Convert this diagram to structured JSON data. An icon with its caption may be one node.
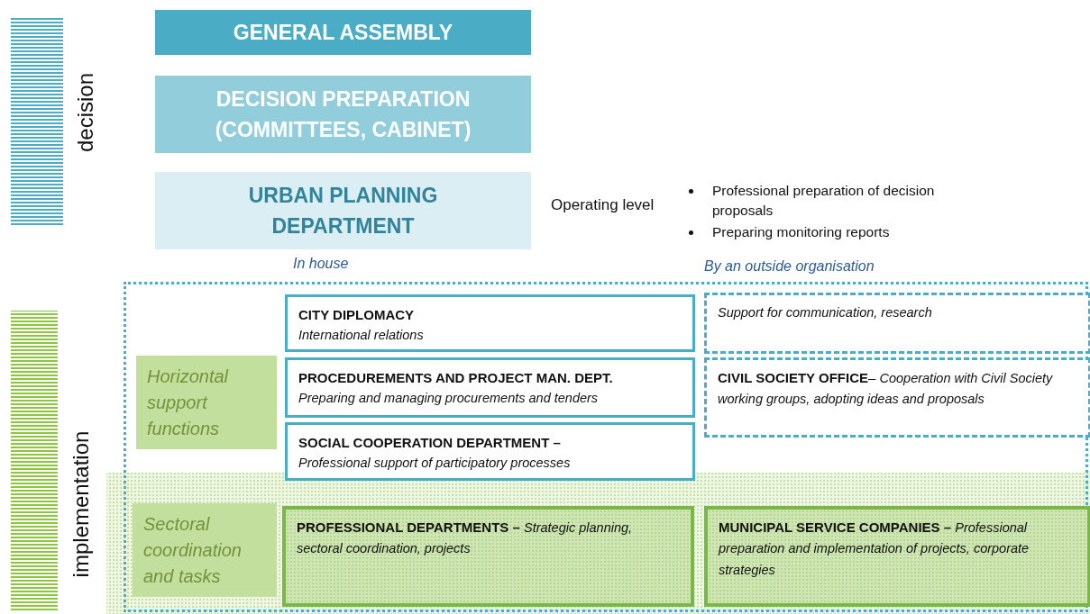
{
  "diagram": {
    "nodes": [
      {
        "text": [
          "GENERAL ASSEMBLY"
        ]
      },
      {
        "text": [
          "DECISION PREPARATION (COMMITTEES, CABINET)"
        ]
      },
      {
        "text": [
          "URBAN PLANNING DEPARTMENT"
        ]
      },
      {
        "text": [],
        "shape": "box"
      },
      {
        "text": [
          "Horizontal support functions"
        ],
        "in": 3
      },
      {
        "text": [
          "CITY DIPLOMACY",
          "International relations"
        ],
        "in": 3
      },
      {
        "text": [
          "PROCEDUREMENTS AND PROJECT MAN. DEPT.",
          "Preparing and managing procurements and tenders"
        ],
        "in": 3
      },
      {
        "text": [
          "SOCIAL COOPERATION DEPARTMENT –",
          "Professional support of participatory processes"
        ],
        "in": 3
      },
      {
        "text": [
          "Support for communication, research"
        ],
        "in": 3
      },
      {
        "text": [
          "**CIVIL SOCIETY OFFICE**– *Cooperation with Civil Society working groups, adopting ideas and proposals*"
        ],
        "in": 3
      },
      {
        "text": [
          "Sectoral coordination and tasks"
        ],
        "in": 3
      },
      {
        "text": [
          "**PROFESSIONAL DEPARTMENTS –** *Strategic planning, sectoral coordination, projects*"
        ],
        "in": 3
      },
      {
        "text": [
          "**MUNICIPAL SERVICE COMPANIES –** *Professional preparation and implementation of projects, corporate strategies*"
        ],
        "in": 3
      }
    ],
    "labels": [
      "decision",
      "Operating level",
      "Professional preparation of decision proposals",
      "Preparing monitoring reports",
      "In house",
      "By an outside organisation",
      "implementation"
    ]
  }
}
